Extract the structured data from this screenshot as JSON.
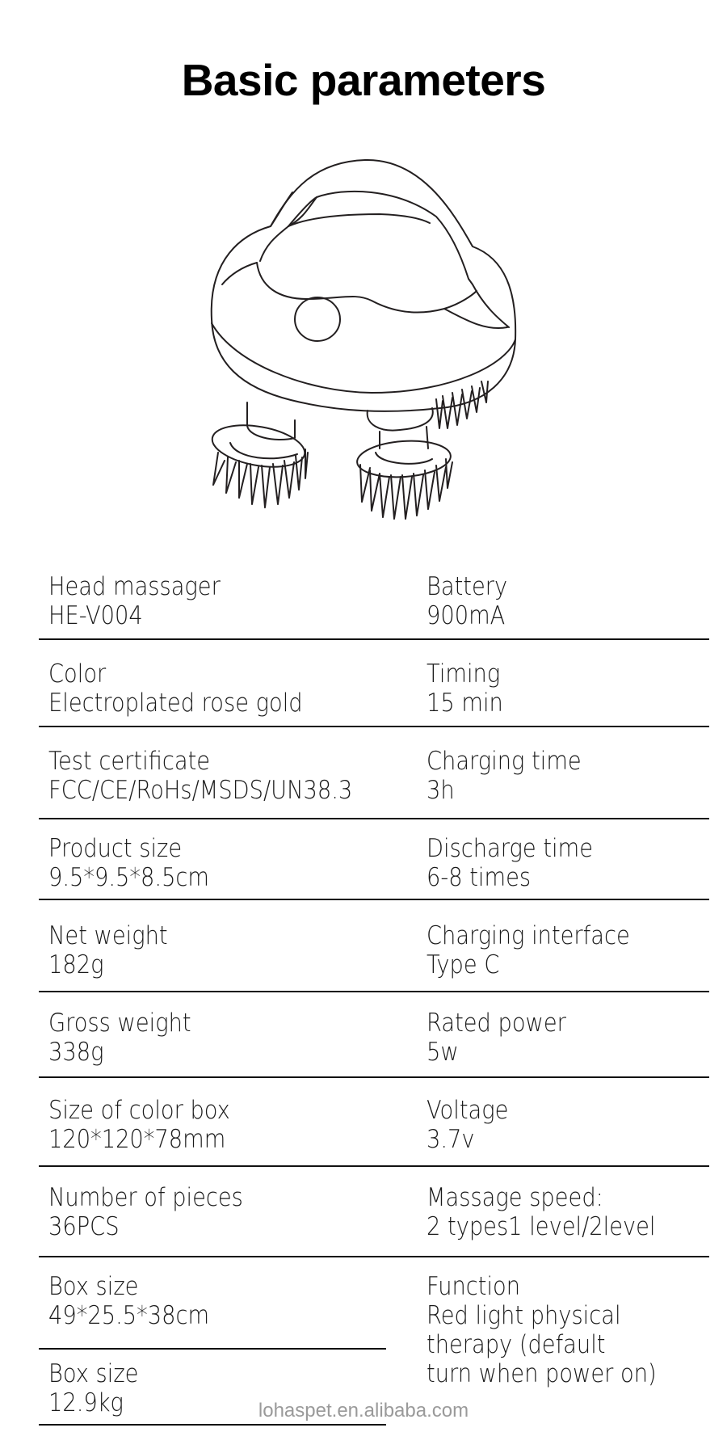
{
  "title": "Basic parameters",
  "illustration": {
    "subject": "head-massager-line-drawing"
  },
  "rows": [
    {
      "left": {
        "label": "Head massager",
        "value": "HE-V004"
      },
      "right": {
        "label": "Battery",
        "value": "900mA"
      }
    },
    {
      "left": {
        "label": "Color",
        "value": "Electroplated rose gold"
      },
      "right": {
        "label": "Timing",
        "value": "15 min"
      }
    },
    {
      "left": {
        "label": "Test certificate",
        "value": "FCC/CE/RoHs/MSDS/UN38.3"
      },
      "right": {
        "label": "Charging time",
        "value": "3h"
      }
    },
    {
      "left": {
        "label": "Product size",
        "value": "9.5*9.5*8.5cm"
      },
      "right": {
        "label": "Discharge time",
        "value": "6-8 times"
      }
    },
    {
      "left": {
        "label": "Net weight",
        "value": "182g"
      },
      "right": {
        "label": "Charging interface",
        "value": "Type C"
      }
    },
    {
      "left": {
        "label": "Gross weight",
        "value": "338g"
      },
      "right": {
        "label": "Rated power",
        "value": "5w"
      }
    },
    {
      "left": {
        "label": "Size of color box",
        "value": "120*120*78mm"
      },
      "right": {
        "label": "Voltage",
        "value": "3.7v"
      }
    },
    {
      "left": {
        "label": "Number of pieces",
        "value": "36PCS"
      },
      "right": {
        "label": "Massage speed:",
        "value": "2 types1 level/2level"
      }
    },
    {
      "left": {
        "label": "Box size",
        "value": "49*25.5*38cm"
      },
      "right": {
        "label": "Function",
        "value_lines": [
          "Red light physical",
          "therapy (default",
          "turn when power on)"
        ]
      }
    },
    {
      "left": {
        "label": "Box size",
        "value": "12.9kg"
      }
    }
  ],
  "watermark": "lohaspet.en.alibaba.com",
  "colors": {
    "text": "#111111",
    "rule": "#111111",
    "watermark": "#9a9a9a",
    "background": "#ffffff"
  }
}
